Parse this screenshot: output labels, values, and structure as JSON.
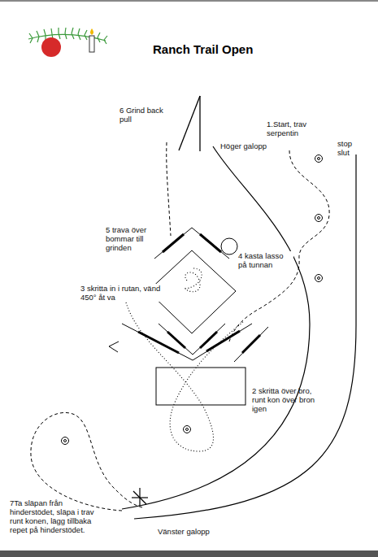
{
  "diagram": {
    "title": "Ranch Trail Open",
    "labels": [
      "6 Grind back pull",
      "1.Start, trav serpentin",
      "Höger galopp",
      "stop slut",
      "5 trava över bommar till grinden",
      "4 kasta lasso på tunnan",
      "3 skritta in i rutan, vänd 450° åt va",
      "2 skritta över bro, runt kon över bron igen",
      "7Ta släpan från hinderstödet, släpa i trav runt konen, lägg tillbaka repet på hinderstödet.",
      "Vänster galopp"
    ]
  }
}
